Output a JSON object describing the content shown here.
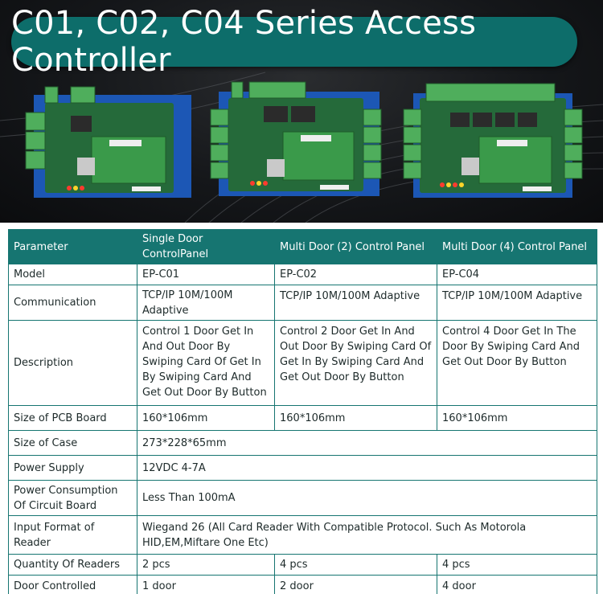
{
  "banner": {
    "title": "C01, C02, C04 Series Access Controller",
    "colors": {
      "pill": "#0d6d6a",
      "board_blue": "#1c57b5",
      "pcb_green": "#2e8a3d",
      "terminal_green": "#4fae5c"
    }
  },
  "products": [
    {
      "name": "EP-C01 single door board"
    },
    {
      "name": "EP-C02 two door board"
    },
    {
      "name": "EP-C04 four door board"
    }
  ],
  "table": {
    "headers": [
      "Parameter",
      "Single Door ControlPanel",
      "Multi Door (2) Control Panel",
      "Multi Door (4) Control Panel"
    ],
    "rows": {
      "model": {
        "label": "Model",
        "c1": "EP-C01",
        "c2": "EP-C02",
        "c3": "EP-C04"
      },
      "communication": {
        "label": "Communication",
        "c1": "TCP/IP 10M/100M Adaptive",
        "c2": "TCP/IP 10M/100M Adaptive",
        "c3": "TCP/IP 10M/100M  Adaptive"
      },
      "description": {
        "label": "Description",
        "c1": "Control 1 Door Get In And Out Door By Swiping Card Of Get In By Swiping Card And Get Out Door By Button",
        "c2": "Control 2 Door Get In And Out Door By Swiping Card Of Get In By Swiping Card And Get Out Door By Button",
        "c3": "Control 4 Door Get In The Door By Swiping Card And Get Out Door By Button"
      },
      "pcb_size": {
        "label": "Size of PCB Board",
        "c1": "160*106mm",
        "c2": "160*106mm",
        "c3": "160*106mm"
      },
      "case_size": {
        "label": "Size of Case",
        "value": "273*228*65mm"
      },
      "power_supply": {
        "label": "Power Supply",
        "value": "12VDC 4-7A"
      },
      "power_consumption": {
        "label": "Power Consumption Of Circuit Board",
        "value": "Less Than 100mA"
      },
      "input_format": {
        "label": "Input Format of Reader",
        "value": "Wiegand 26 (All Card Reader With Compatible Protocol. Such As Motorola HID,EM,Miftare One Etc)"
      },
      "readers": {
        "label": "Quantity Of Readers",
        "c1": "2 pcs",
        "c2": "4 pcs",
        "c3": "4 pcs"
      },
      "doors": {
        "label": "Door Controlled",
        "c1": "1 door",
        "c2": "2 door",
        "c3": "4 door"
      }
    },
    "colors": {
      "header_bg": "#167571",
      "border": "#167571",
      "text": "#1d2a2a"
    }
  }
}
